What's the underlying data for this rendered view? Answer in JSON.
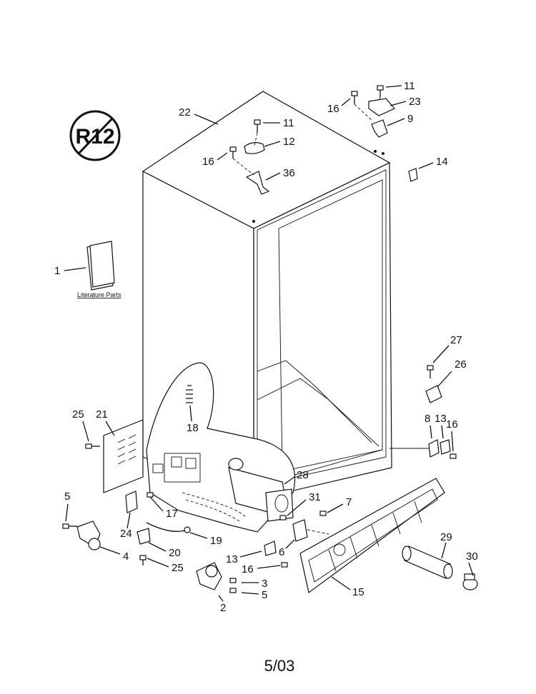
{
  "badge": {
    "text": "R12",
    "icon": "no-r12-symbol-icon"
  },
  "literature_label": "Literature Parts",
  "footer": {
    "date_code": "5/03"
  },
  "callouts": [
    {
      "id": "c22",
      "text": "22"
    },
    {
      "id": "c11a",
      "text": "11"
    },
    {
      "id": "c12",
      "text": "12"
    },
    {
      "id": "c16a",
      "text": "16"
    },
    {
      "id": "c36",
      "text": "36"
    },
    {
      "id": "c11b",
      "text": "11"
    },
    {
      "id": "c16b",
      "text": "16"
    },
    {
      "id": "c23",
      "text": "23"
    },
    {
      "id": "c9",
      "text": "9"
    },
    {
      "id": "c14",
      "text": "14"
    },
    {
      "id": "c1",
      "text": "1"
    },
    {
      "id": "c27",
      "text": "27"
    },
    {
      "id": "c26",
      "text": "26"
    },
    {
      "id": "c8",
      "text": "8"
    },
    {
      "id": "c13a",
      "text": "13"
    },
    {
      "id": "c16c",
      "text": "16"
    },
    {
      "id": "c25a",
      "text": "25"
    },
    {
      "id": "c21",
      "text": "21"
    },
    {
      "id": "c18",
      "text": "18"
    },
    {
      "id": "c28",
      "text": "28"
    },
    {
      "id": "c31",
      "text": "31"
    },
    {
      "id": "c7",
      "text": "7"
    },
    {
      "id": "c5a",
      "text": "5"
    },
    {
      "id": "c17",
      "text": "17"
    },
    {
      "id": "c24",
      "text": "24"
    },
    {
      "id": "c19",
      "text": "19"
    },
    {
      "id": "c4",
      "text": "4"
    },
    {
      "id": "c20",
      "text": "20"
    },
    {
      "id": "c25b",
      "text": "25"
    },
    {
      "id": "c13b",
      "text": "13"
    },
    {
      "id": "c6",
      "text": "6"
    },
    {
      "id": "c16d",
      "text": "16"
    },
    {
      "id": "c3",
      "text": "3"
    },
    {
      "id": "c5b",
      "text": "5"
    },
    {
      "id": "c2",
      "text": "2"
    },
    {
      "id": "c15",
      "text": "15"
    },
    {
      "id": "c29",
      "text": "29"
    },
    {
      "id": "c30",
      "text": "30"
    }
  ]
}
